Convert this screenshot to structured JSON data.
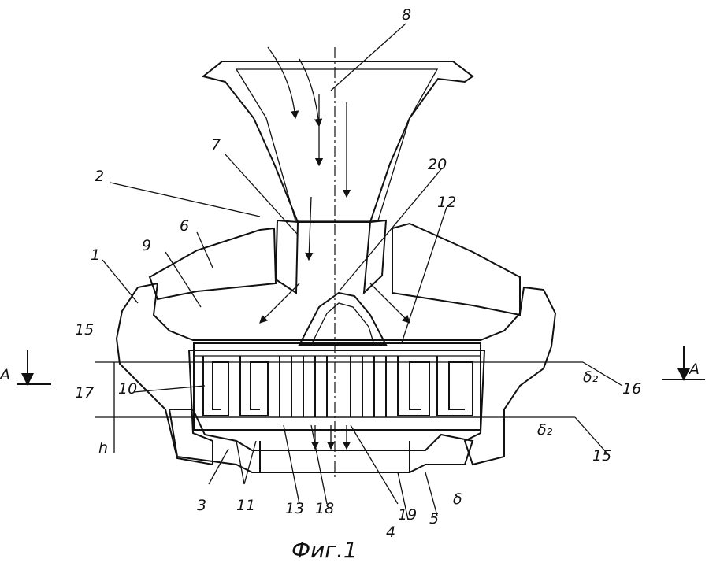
{
  "figure": {
    "caption": "Фиг.1",
    "labels": {
      "n1": "1",
      "n2": "2",
      "n3": "3",
      "n4": "4",
      "n5": "5",
      "n6": "6",
      "n7": "7",
      "n8": "8",
      "n9": "9",
      "n10": "10",
      "n11": "11",
      "n12": "12",
      "n13": "13",
      "n15a": "15",
      "n15b": "15",
      "n16": "16",
      "n17": "17",
      "n18": "18",
      "n19": "19",
      "n20": "20",
      "h": "h",
      "delta": "δ",
      "delta2a": "δ₂",
      "delta2b": "δ₂",
      "sectionLeft": "A",
      "sectionRight": "A"
    }
  }
}
